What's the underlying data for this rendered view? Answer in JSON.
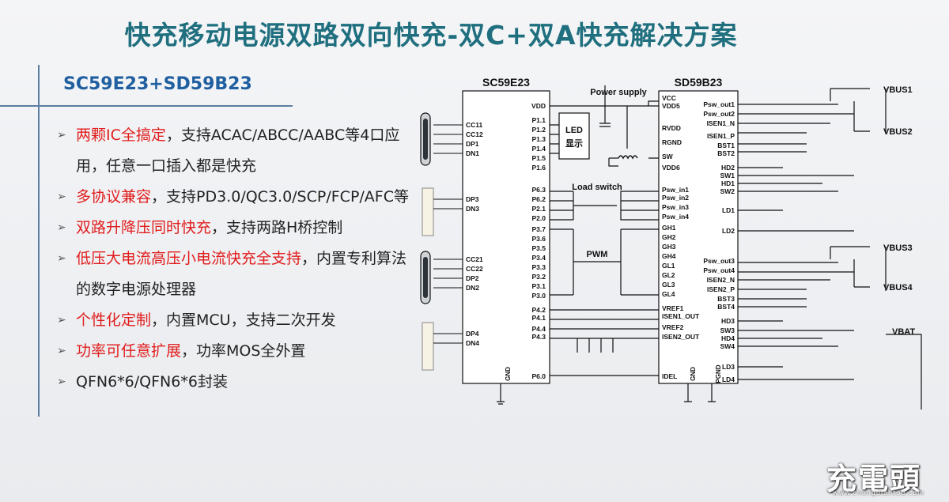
{
  "title": "快充移动电源双路双向快充-双C+双A快充解决方案",
  "subtitle": "SC59E23+SD59B23",
  "bullets": [
    {
      "highlight": "两颗IC全搞定",
      "text": "，支持ACAC/ABCC/AABC等4口应用，任意一口插入都是快充"
    },
    {
      "highlight": "多协议兼容",
      "text": "，支持PD3.0/QC3.0/SCP/FCP/AFC等"
    },
    {
      "highlight": "双路升降压同时快充",
      "text": "，支持两路H桥控制"
    },
    {
      "highlight": "低压大电流高压小电流快充全支持",
      "text": "，内置专利算法的数字电源处理器"
    },
    {
      "highlight": "个性化定制",
      "text": "，内置MCU，支持二次开发"
    },
    {
      "highlight": "功率可任意扩展",
      "text": "，功率MOS全外置"
    },
    {
      "highlight": "",
      "text": "QFN6*6/QFN6*6封装"
    }
  ],
  "schematic": {
    "chip1": {
      "name": "SC59E23",
      "left_pins": [
        "CC11",
        "CC12",
        "DP1",
        "DN1",
        "DP3",
        "DN3",
        "CC21",
        "CC22",
        "DP2",
        "DN2",
        "DP4",
        "DN4"
      ],
      "right_pins": [
        "VDD",
        "P1.1",
        "P1.2",
        "P1.3",
        "P1.4",
        "P1.5",
        "P1.6",
        "P6.3",
        "P6.2",
        "P2.1",
        "P2.0",
        "P3.7",
        "P3.6",
        "P3.5",
        "P3.4",
        "P3.3",
        "P3.2",
        "P3.1",
        "P3.0",
        "P4.2",
        "P4.1",
        "P4.4",
        "P4.3",
        "P6.0"
      ],
      "gnd": "GND"
    },
    "chip2": {
      "name": "SD59B23",
      "left_pins": [
        "VCC",
        "VDD5",
        "RVDD",
        "RGND",
        "SW",
        "VDD6",
        "Psw_in1",
        "Psw_in2",
        "Psw_in3",
        "Psw_in4",
        "GH1",
        "GH2",
        "GH3",
        "GH4",
        "GL1",
        "GL2",
        "GL3",
        "GL4",
        "VREF1",
        "ISEN1_OUT",
        "VREF2",
        "ISEN2_OUT",
        "IDEL"
      ],
      "right_pins": [
        "Psw_out1",
        "Psw_out2",
        "ISEN1_N",
        "ISEN1_P",
        "BST1",
        "BST2",
        "HD2",
        "SW1",
        "HD1",
        "SW2",
        "LD1",
        "LD2",
        "Psw_out3",
        "Psw_out4",
        "ISEN2_N",
        "ISEN2_P",
        "BST3",
        "BST4",
        "HD3",
        "SW3",
        "HD4",
        "SW4",
        "LD3",
        "LD4"
      ],
      "bottom_pins": [
        "GND",
        "PGND"
      ]
    },
    "labels": {
      "power_supply": "Power supply",
      "led": "LED",
      "led_sub": "显示",
      "load_switch": "Load switch",
      "pwm": "PWM",
      "vbus1": "VBUS1",
      "vbus2": "VBUS2",
      "vbus3": "VBUS3",
      "vbus4": "VBUS4",
      "vbat": "VBAT"
    }
  },
  "logo": {
    "text": "充電頭",
    "sub": "www.chongdiantou.com"
  }
}
